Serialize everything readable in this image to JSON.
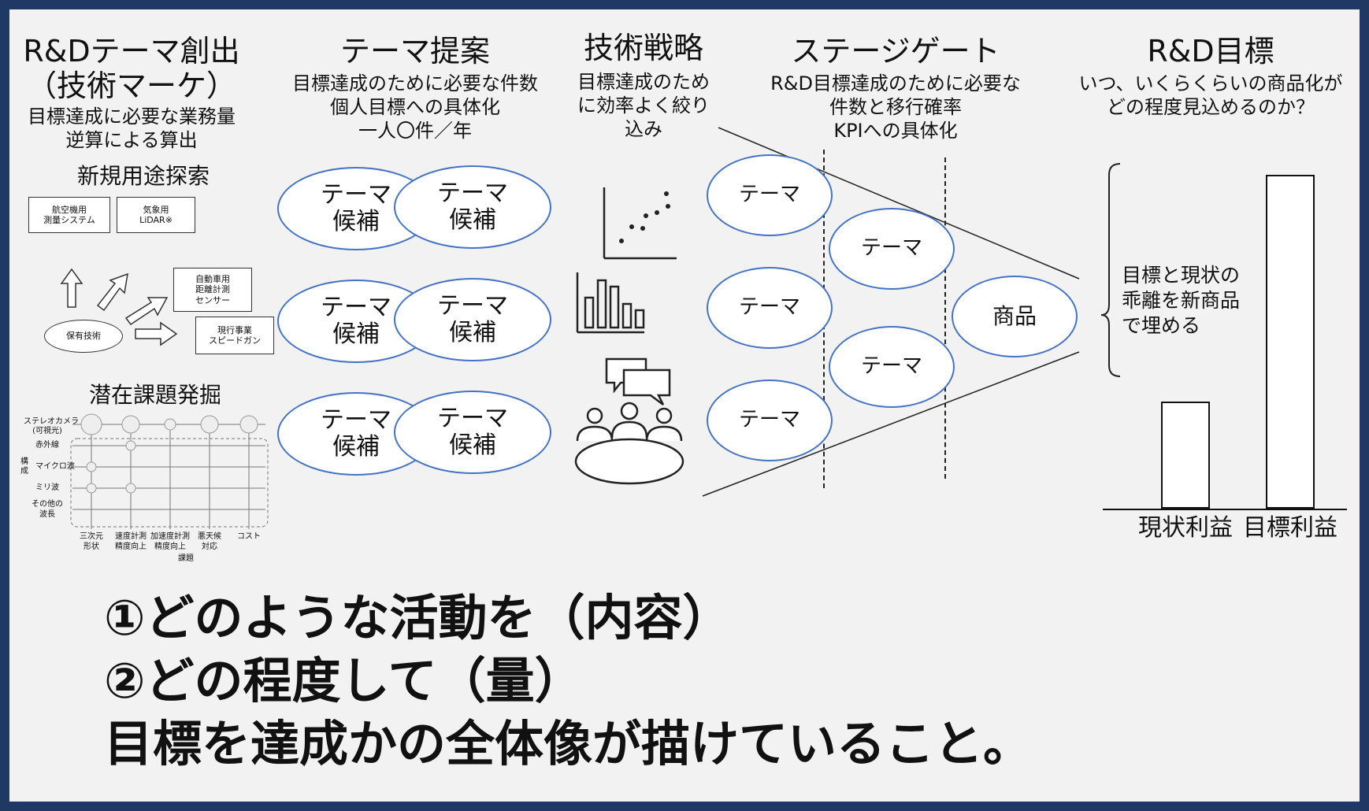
{
  "columns": {
    "creation": {
      "title1": "R&Dテーマ創出",
      "title2": "（技術マーケ）",
      "desc1": "目標達成に必要な業務量",
      "desc2": "逆算による算出"
    },
    "proposal": {
      "title": "テーマ提案",
      "desc1": "目標達成のために必要な件数",
      "desc2": "個人目標への具体化",
      "desc3": "一人〇件／年"
    },
    "strategy": {
      "title": "技術戦略",
      "desc1": "目標達成のため",
      "desc2": "に効率よく絞り",
      "desc3": "込み"
    },
    "stagegate": {
      "title": "ステージゲート",
      "desc1": "R&D目標達成のために必要な",
      "desc2": "件数と移行確率",
      "desc3": "KPIへの具体化"
    },
    "target": {
      "title": "R&D目標",
      "desc1": "いつ、いくらくらいの商品化が",
      "desc2": "どの程度見込めるのか？"
    }
  },
  "new_use": {
    "title": "新規用途探索",
    "box1a": "航空機用",
    "box1b": "測量システム",
    "box2a": "気象用",
    "box2b": "LiDAR※",
    "box3a": "自動車用",
    "box3b": "距離計測",
    "box3c": "センサー",
    "box4a": "現行事業",
    "box4b": "スピードガン",
    "owned": "保有技術"
  },
  "latent": {
    "title": "潜在課題発掘",
    "rows": [
      "ステレオカメラ",
      "(可視光)",
      "赤外線",
      "マイクロ波",
      "ミリ波",
      "その他の",
      "波長"
    ],
    "side_label": [
      "構",
      "成"
    ],
    "cols": [
      "三次元",
      "形状",
      "速度計測",
      "精度向上",
      "加速度計測",
      "精度向上",
      "悪天候",
      "対応",
      "コスト"
    ],
    "axis_label": "課題"
  },
  "candidate": {
    "line1": "テーマ",
    "line2": "候補"
  },
  "theme_label": "テーマ",
  "product_label": "商品",
  "gap_text": {
    "line1": "目標と現状の",
    "line2": "乖離を新商品",
    "line3": "で埋める"
  },
  "chart_data": {
    "type": "bar",
    "categories": [
      "現状利益",
      "目標利益"
    ],
    "values": [
      0.32,
      1.0
    ],
    "title": "",
    "xlabel": "",
    "ylabel": ""
  },
  "bottom": {
    "line1": "①どのような活動を（内容）",
    "line2": "②どの程度して（量）",
    "line3": "目標を達成かの全体像が描けていること。"
  },
  "colors": {
    "frame": "#1f3864",
    "ellipse_border": "#4472c4"
  }
}
